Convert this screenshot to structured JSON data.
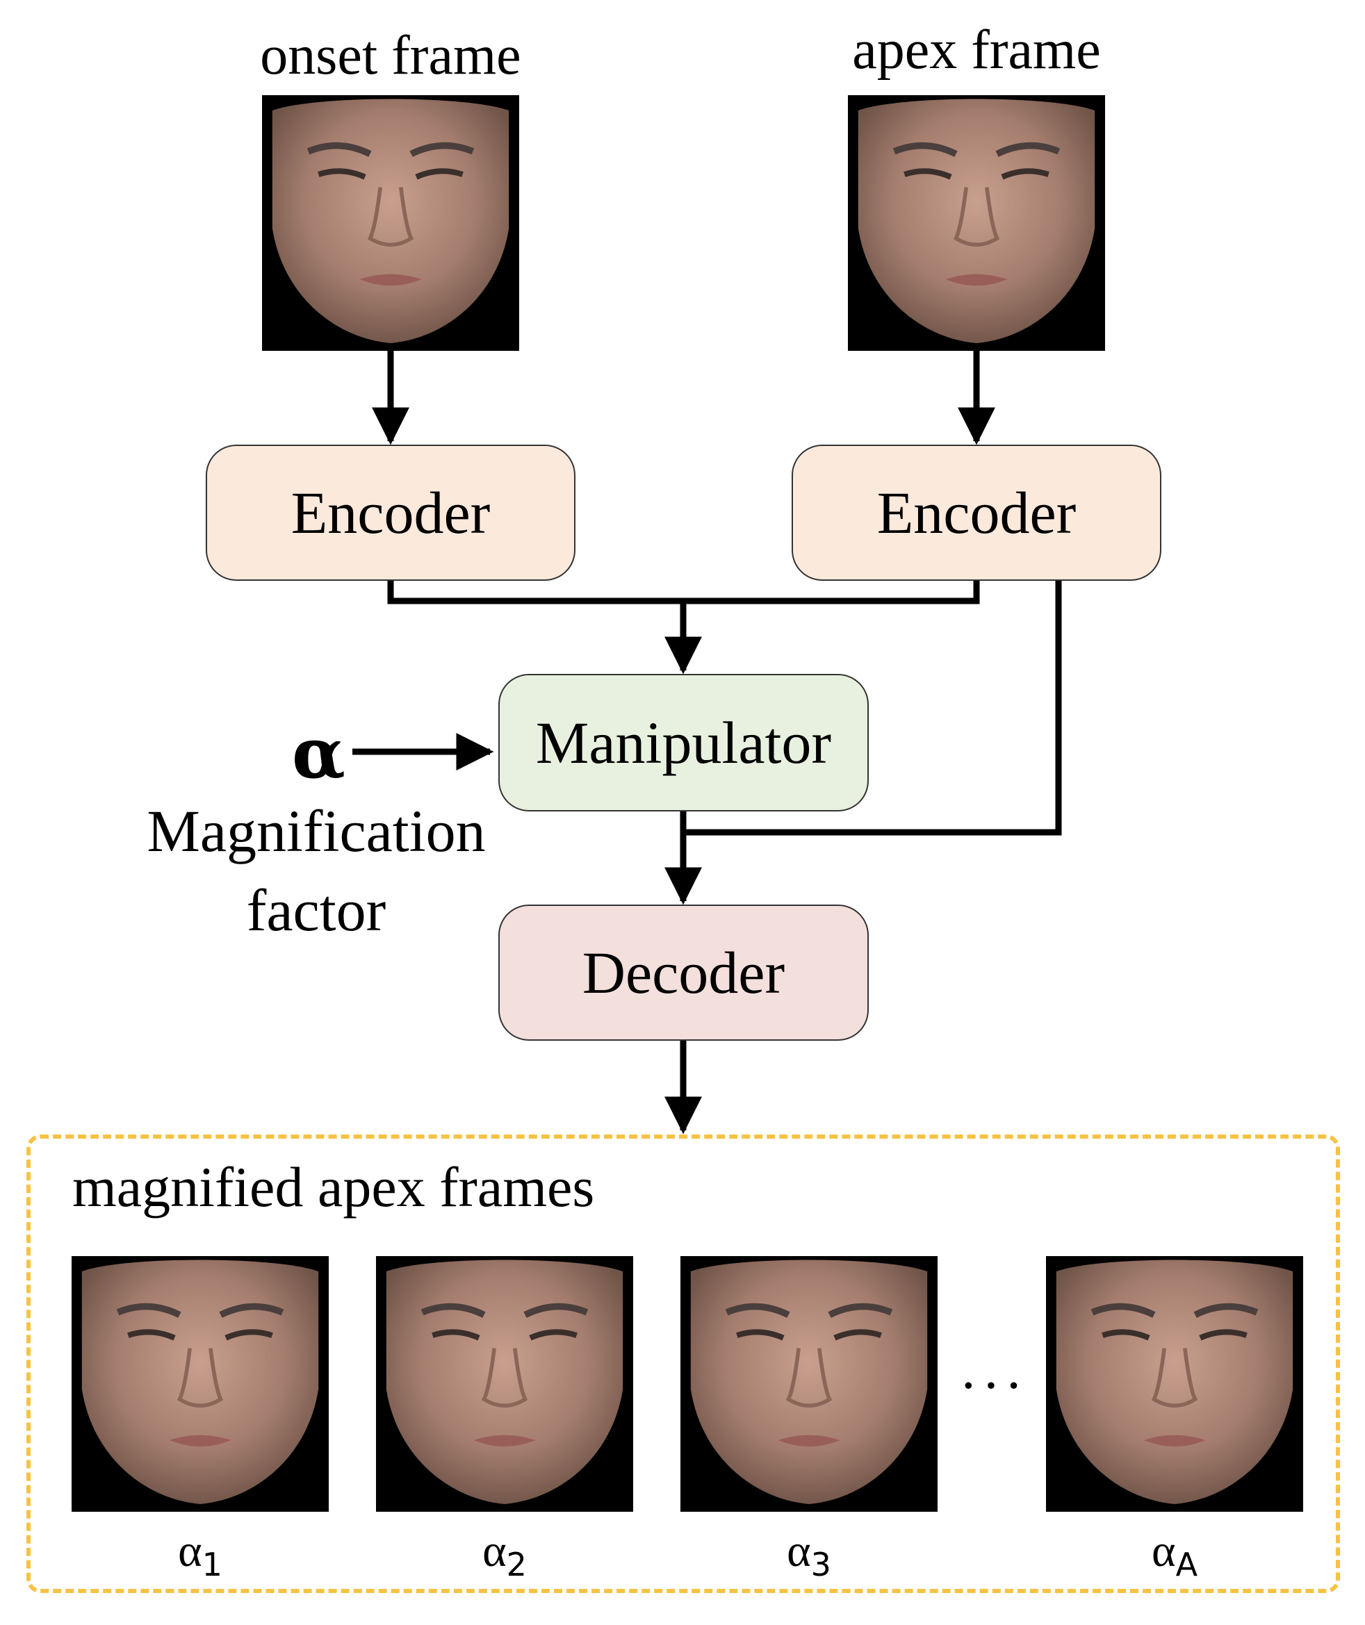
{
  "inputs": {
    "onset_label": "onset frame",
    "apex_label": "apex frame"
  },
  "blocks": {
    "encoder_left": "Encoder",
    "encoder_right": "Encoder",
    "manipulator": "Manipulator",
    "decoder": "Decoder"
  },
  "factor": {
    "symbol": "α",
    "label_line1": "Magnification",
    "label_line2": "factor"
  },
  "output": {
    "title": "magnified apex frames",
    "ellipsis": "···",
    "frames": [
      {
        "base": "α",
        "sub": "1"
      },
      {
        "base": "α",
        "sub": "2"
      },
      {
        "base": "α",
        "sub": "3"
      },
      {
        "base": "α",
        "sub": "A"
      }
    ]
  },
  "colors": {
    "encoder_fill": "#fbe9dc",
    "manipulator_fill": "#e8f1df",
    "decoder_fill": "#f3dfdc",
    "output_border": "#f7c244",
    "wire": "#000000"
  }
}
